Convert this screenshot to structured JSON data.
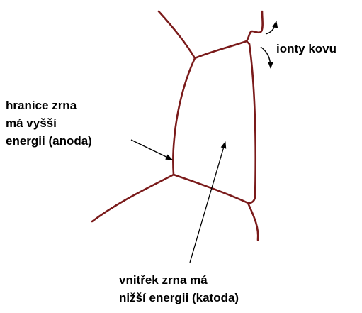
{
  "labels": {
    "ions": "ionty kovu",
    "boundary_line1": "hranice zrna",
    "boundary_line2": "má vyšší",
    "boundary_line3": "energii (anoda)",
    "interior_line1": "vnitřek zrna má",
    "interior_line2": "nižší energii (katoda)"
  },
  "colors": {
    "grain_boundary": "#7a1a1a",
    "arrow": "#000000",
    "text": "#000000",
    "background": "#ffffff"
  }
}
